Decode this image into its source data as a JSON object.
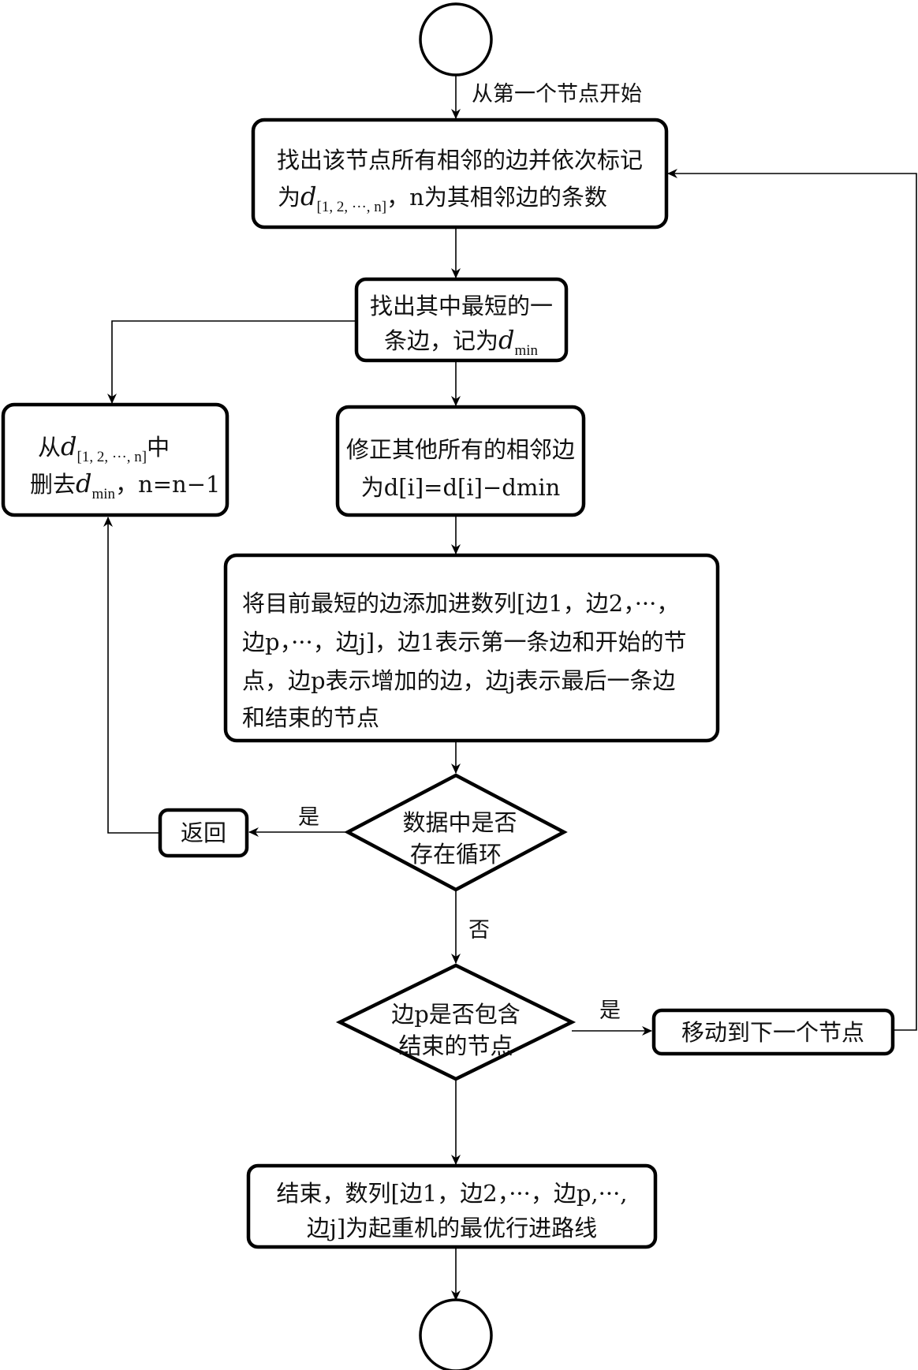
{
  "title": "起重机最优行进路线流程图",
  "start_label": "从第一个节点开始",
  "nodes": {
    "find_edges": {
      "line1": "找出该节点所有相邻的边并依次标记",
      "line2_prefix": "为",
      "var": "d",
      "sub": "[1, 2, ···, n]",
      "line2_suffix": "，n为其相邻边的条数"
    },
    "find_min": {
      "line1": "找出其中最短的一",
      "line2_prefix": "条边，记为",
      "var": "d",
      "sub": "min"
    },
    "delete_min": {
      "line1_prefix": "从",
      "var": "d",
      "sub": "[1, 2, ···, n]",
      "line1_suffix": "中",
      "line2_prefix": "删去",
      "var2": "d",
      "sub2": "min",
      "line2_suffix": "，n=n−1"
    },
    "modify": {
      "line1": "修正其他所有的相邻边",
      "line2": "为d[i]=d[i]−dmin"
    },
    "append": {
      "lines": [
        "将目前最短的边添加进数列[边1，边2，···，",
        "边p，···，边j]，边1表示第一条边和开始的节",
        "点，边p表示增加的边，边j表示最后一条边",
        "和结束的节点"
      ]
    },
    "loop_check": {
      "line1": "数据中是否",
      "line2": "存在循环"
    },
    "return": {
      "label": "返回"
    },
    "end_check": {
      "line1": "边p是否包含",
      "line2": "结束的节点"
    },
    "move_next": {
      "label": "移动到下一个节点"
    },
    "finish": {
      "line1": "结束，数列[边1，边2，···，边p,···,",
      "line2": "边j]为起重机的最优行进路线"
    }
  },
  "edge_labels": {
    "yes": "是",
    "no": "否"
  }
}
